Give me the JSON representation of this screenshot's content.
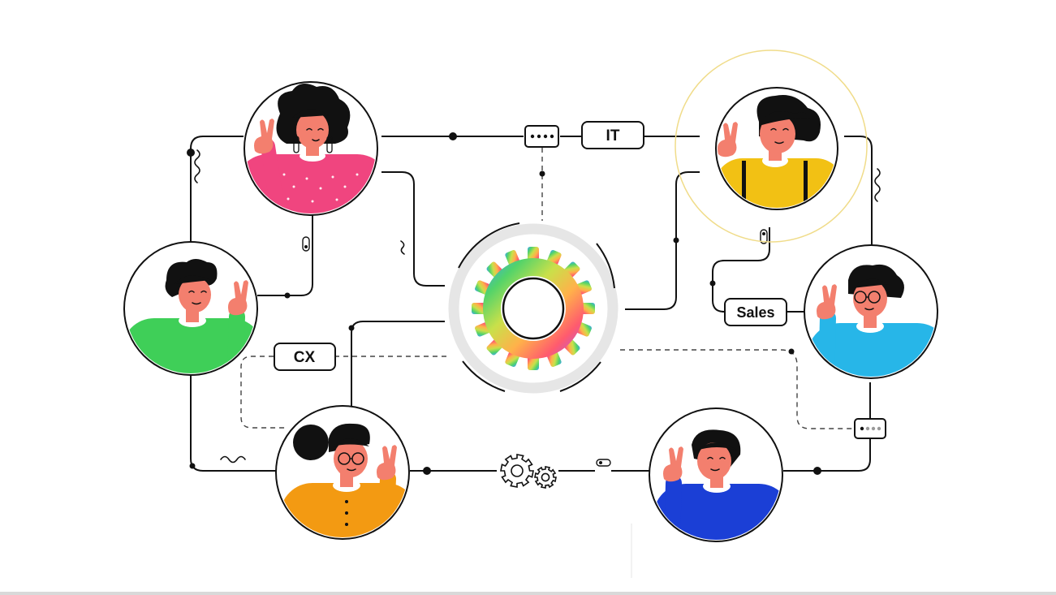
{
  "labels": {
    "it": "IT",
    "sales": "Sales",
    "cx": "CX"
  },
  "colors": {
    "line": "#111111",
    "ring": "#e6e6e6",
    "highlight_ring": "#f0dc8a",
    "pink_person": "#f0457f",
    "green_person": "#3fcf58",
    "orange_person": "#f39a12",
    "yellow_person": "#f2c114",
    "cyan_person": "#27b6e8",
    "blue_person": "#1b3fd6",
    "skin": "#f37f6e",
    "hair": "#111111"
  },
  "icons": {
    "center": "rainbow-gear-icon",
    "bottom": "gears-icon",
    "toggles": "toggle-switch-icon",
    "dots": "dots-icon"
  }
}
